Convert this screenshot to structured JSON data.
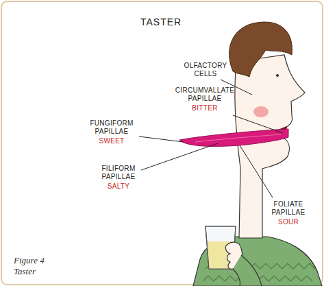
{
  "diagram": {
    "title": "TASTER",
    "caption": "Figure 4 Taster",
    "labels": [
      "OLFACTORY CELLS",
      "CIRCUMVALLATE PAPILLAE",
      "BITTER",
      "FUNGIFORM PAPILLAE",
      "SWEET",
      "FILIFORM PAPILLAE",
      "SALTY",
      "FOLIATE PAPILLAE",
      "SOUR"
    ]
  }
}
